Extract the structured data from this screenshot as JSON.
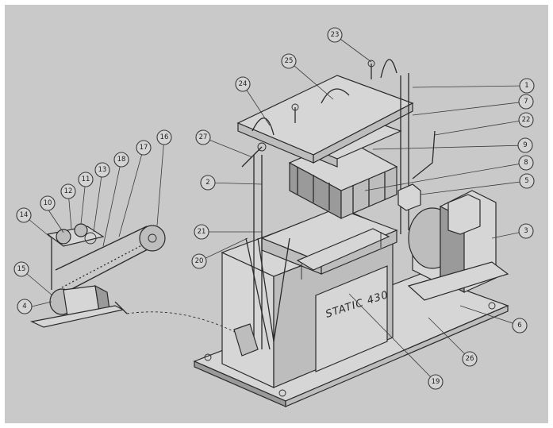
{
  "diagram": {
    "machine_label": "STATIC 430",
    "callouts": [
      "1",
      "2",
      "3",
      "4",
      "5",
      "6",
      "7",
      "8",
      "9",
      "10",
      "11",
      "12",
      "13",
      "14",
      "15",
      "16",
      "17",
      "18",
      "19",
      "20",
      "21",
      "22",
      "23",
      "24",
      "25",
      "26",
      "27"
    ]
  }
}
